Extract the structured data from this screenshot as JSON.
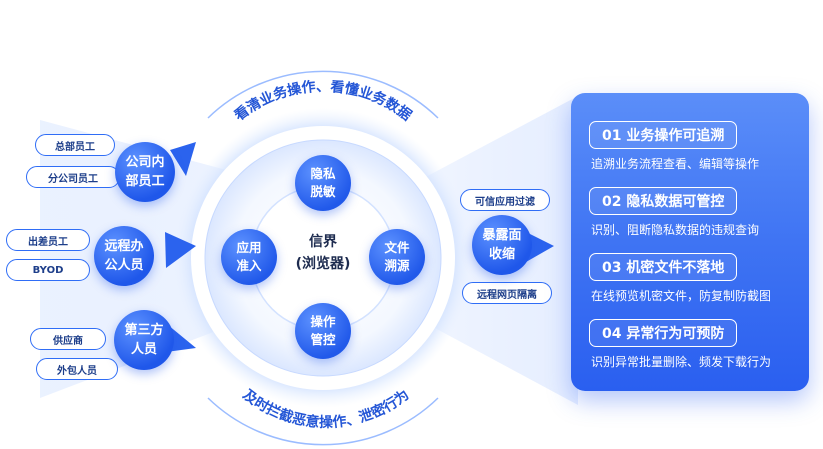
{
  "top_arc_label": "看清业务操作、看懂业务数据",
  "bottom_arc_label": "及时拦截恶意操作、泄密行为",
  "center": {
    "line1": "信界",
    "line2": "(浏览器)"
  },
  "core_nodes": [
    {
      "line1": "隐私",
      "line2": "脱敏"
    },
    {
      "line1": "文件",
      "line2": "溯源"
    },
    {
      "line1": "操作",
      "line2": "管控"
    },
    {
      "line1": "应用",
      "line2": "准入"
    }
  ],
  "user_groups": [
    {
      "name": "公司内部员工",
      "tags": [
        "总部员工",
        "分公司员工"
      ]
    },
    {
      "name": "远程办公人员",
      "tags": [
        "出差员工",
        "BYOD"
      ]
    },
    {
      "name": "第三方人员",
      "tags": [
        "供应商",
        "外包人员"
      ]
    }
  ],
  "exposure": {
    "name": "暴露面收缩",
    "tags": [
      "可信应用过滤",
      "远程网页隔离"
    ]
  },
  "features": [
    {
      "title": "01 业务操作可追溯",
      "desc": "追溯业务流程查看、编辑等操作"
    },
    {
      "title": "02 隐私数据可管控",
      "desc": "识别、阻断隐私数据的违规查询"
    },
    {
      "title": "03 机密文件不落地",
      "desc": "在线预览机密文件，防复制防截图"
    },
    {
      "title": "04 异常行为可预防",
      "desc": "识别异常批量删除、频发下载行为"
    }
  ]
}
